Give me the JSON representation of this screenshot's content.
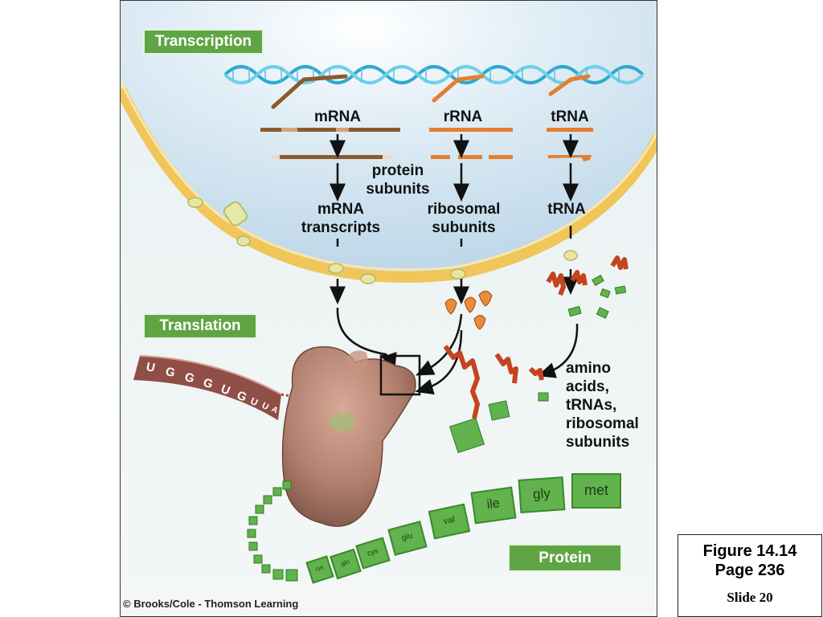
{
  "labels": {
    "transcription": "Transcription",
    "translation": "Translation",
    "protein": "Protein",
    "mrna": "mRNA",
    "rrna": "rRNA",
    "trna_top": "tRNA",
    "protein_subunits": [
      "protein",
      "subunits"
    ],
    "mrna_transcripts": [
      "mRNA",
      "transcripts"
    ],
    "ribosomal_subunits": [
      "ribosomal",
      "subunits"
    ],
    "trna_mid": "tRNA",
    "amino_block": [
      "amino",
      "acids,",
      "tRNAs,",
      "ribosomal",
      "subunits"
    ]
  },
  "codons": [
    "U",
    "G",
    "G",
    "G",
    "U",
    "G",
    "U",
    "U",
    "A"
  ],
  "amino_acids": [
    "met",
    "gly",
    "ile",
    "val",
    "glu",
    "cys",
    "gln",
    "cys"
  ],
  "caption": {
    "figure": "Figure 14.14",
    "page": "Page 236",
    "slide": "Slide 20"
  },
  "credit": "© Brooks/Cole - Thomson Learning",
  "colors": {
    "green_box": "#5fa544",
    "nucleus": "#d6e8f3",
    "cytoplasm": "#eef4f6",
    "membrane": "#f2cf63"
  }
}
